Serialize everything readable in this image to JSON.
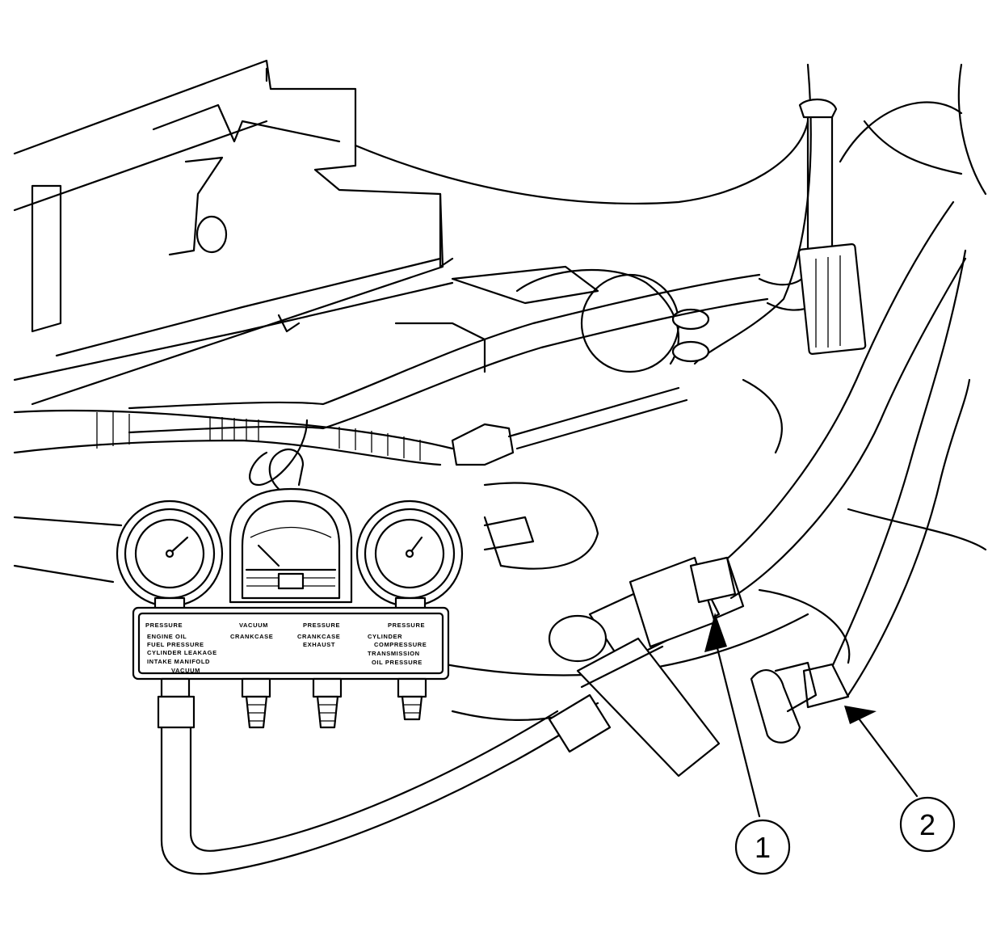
{
  "gauge_panel": {
    "headers": [
      "PRESSURE",
      "VACUUM",
      "PRESSURE",
      "PRESSURE"
    ],
    "col1": [
      "ENGINE OIL",
      "FUEL PRESSURE",
      "CYLINDER LEAKAGE",
      "INTAKE MANIFOLD",
      "VACUUM"
    ],
    "col2": [
      "CRANKCASE"
    ],
    "col3": [
      "CRANKCASE",
      "EXHAUST"
    ],
    "col4": [
      "CYLINDER",
      "COMPRESSURE",
      "TRANSMISSION",
      "OIL PRESSURE"
    ]
  },
  "callouts": [
    "1",
    "2"
  ]
}
